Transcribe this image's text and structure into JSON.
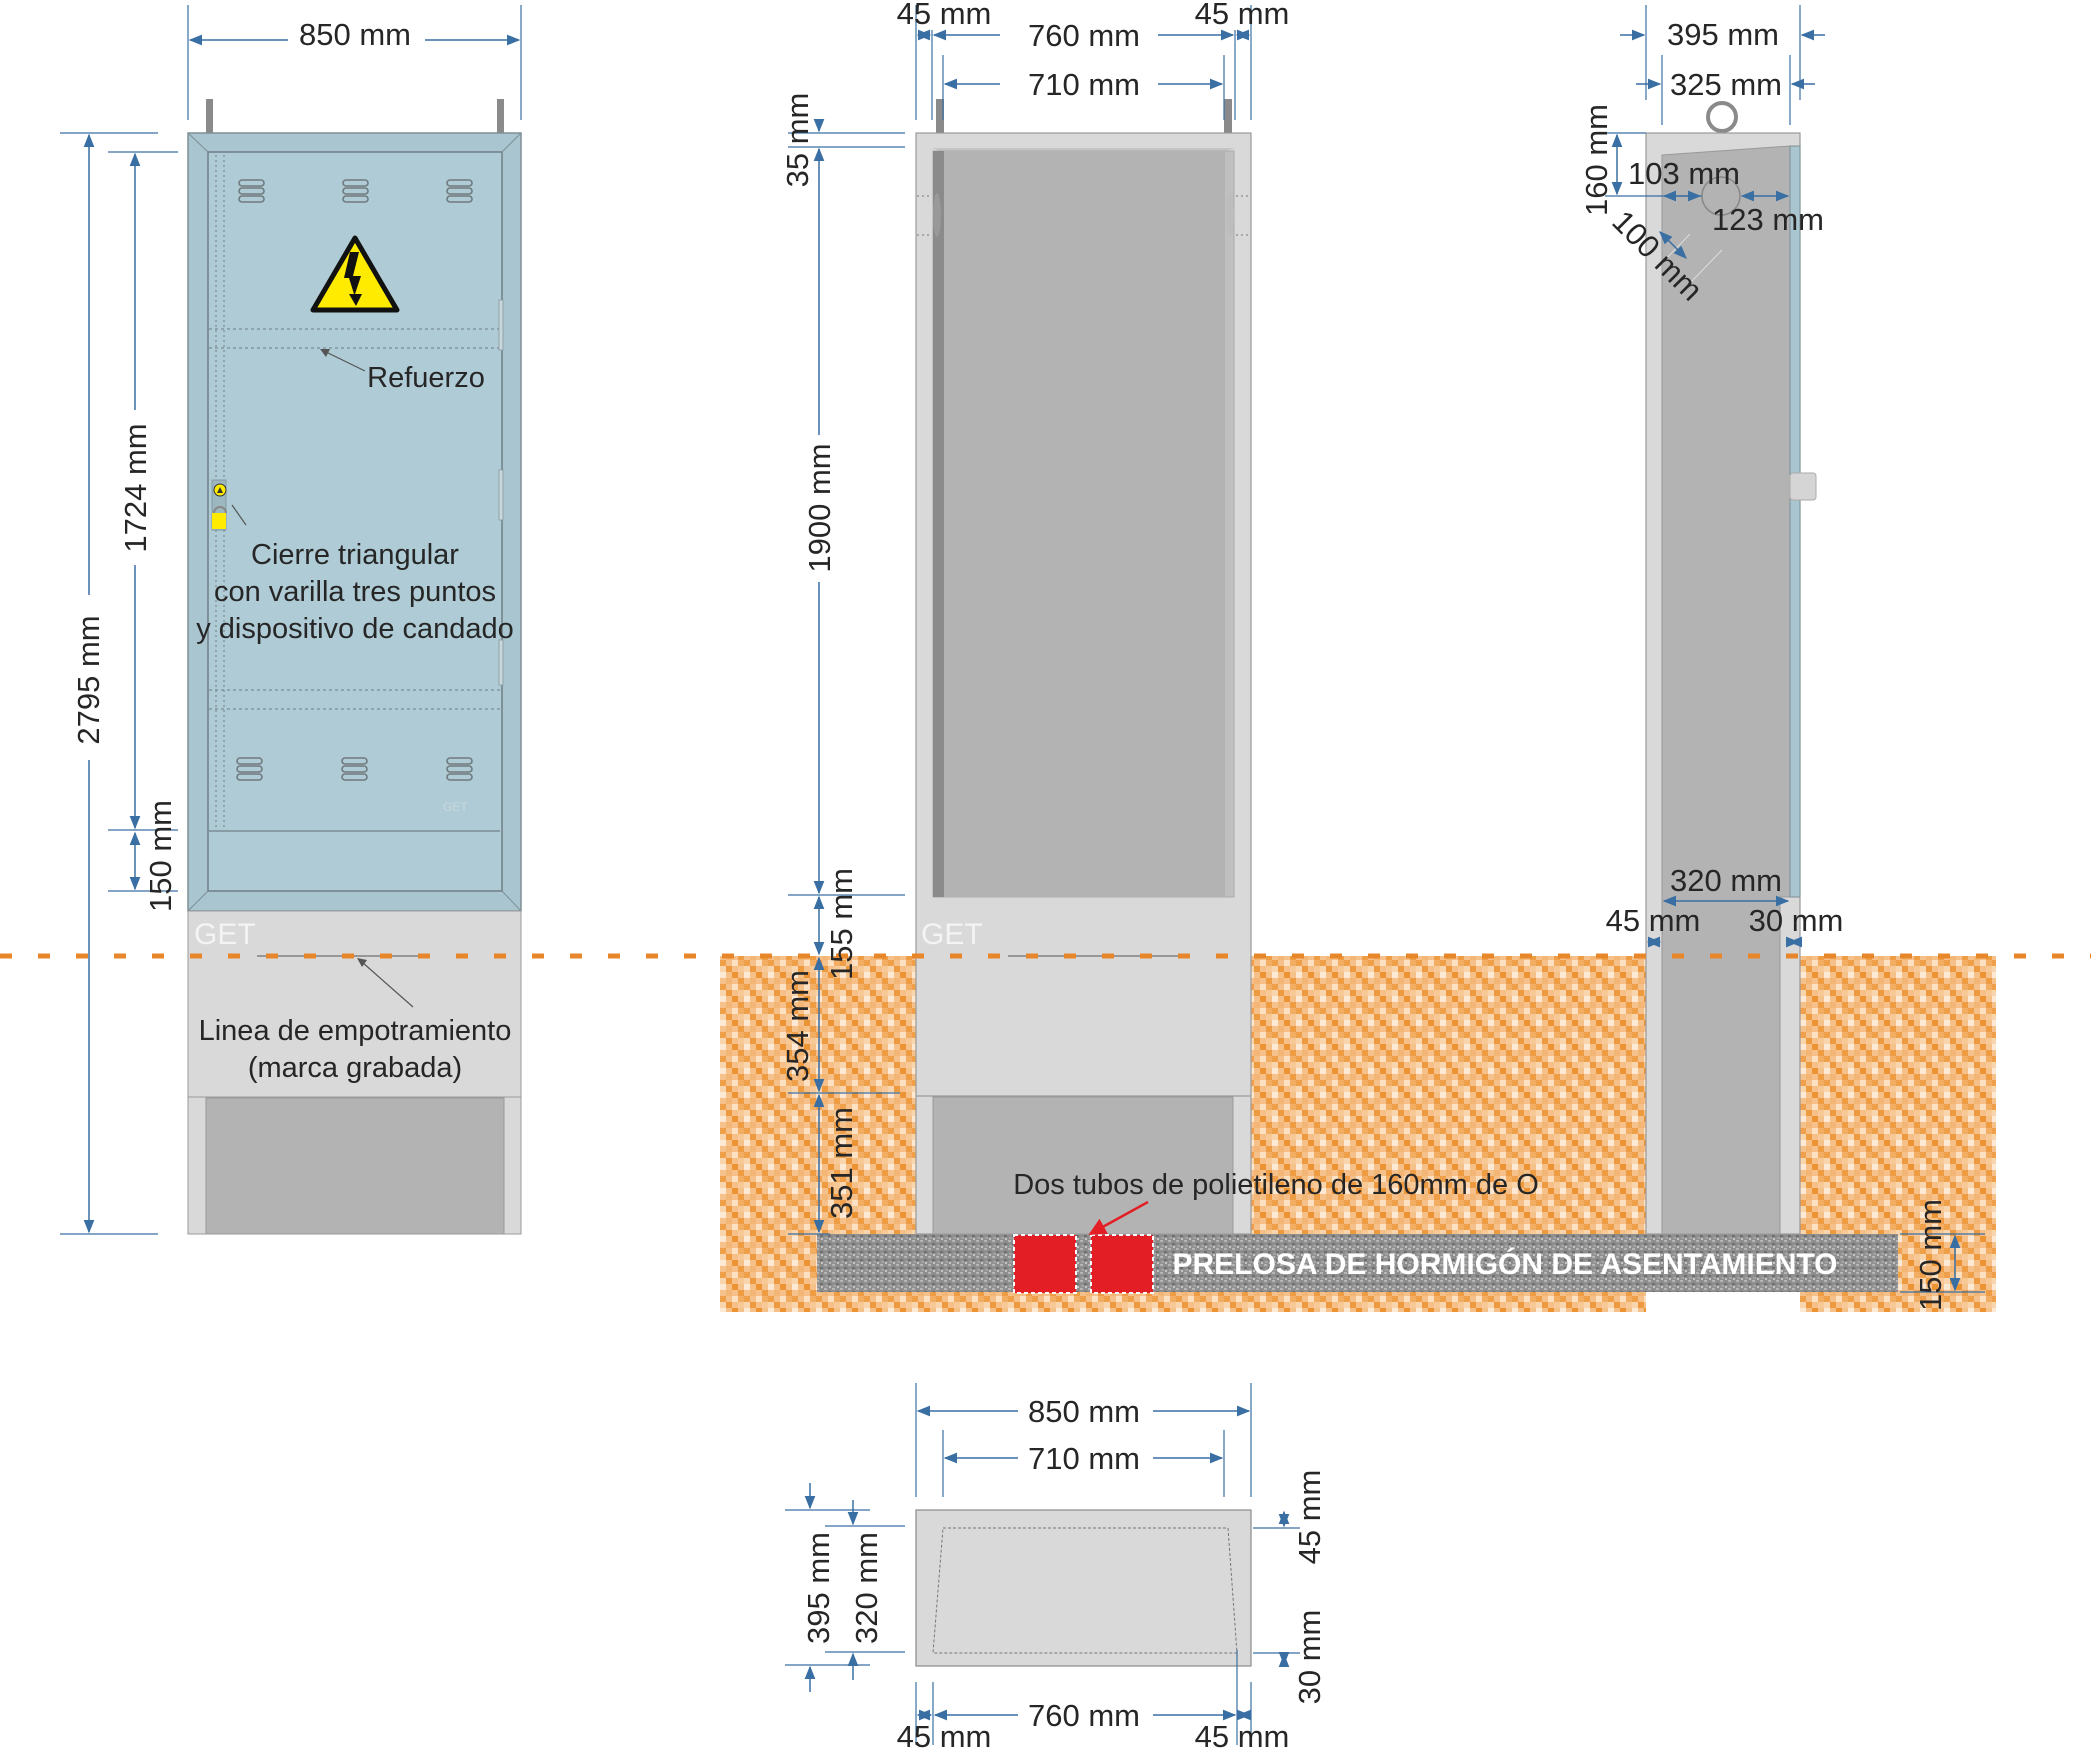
{
  "colors": {
    "dimension_line": "#3a6fa3",
    "door_blue": "#a9c5cf",
    "concrete_light": "#d9d9d9",
    "concrete_mid": "#b3b3b3",
    "soil_orange": "#f0a450",
    "ground_line": "#e8862a",
    "slab_gray": "#8f8f8f",
    "pipe_red": "#e31e24",
    "warning_yellow": "#ffeb00"
  },
  "front_view": {
    "width_label": "850 mm",
    "total_height_label": "2795 mm",
    "door_height_label": "1724 mm",
    "bottom_gap_label": "150 mm",
    "reinforcement_label": "Refuerzo",
    "lock_label_lines": [
      "Cierre triangular",
      "con varilla tres puntos",
      "y dispositivo de candado"
    ],
    "brand_mark": "GET",
    "brand_mark_small": "GET",
    "embed_line_label_lines": [
      "Linea de empotramiento",
      "(marca grabada)"
    ],
    "warning_icon": "high-voltage-warning-icon"
  },
  "section_view": {
    "left_wall_label": "45 mm",
    "outer_width_label": "760 mm",
    "right_wall_label": "45 mm",
    "inner_width_label": "710 mm",
    "top_thickness_label": "35 mm",
    "door_opening_height_label": "1900 mm",
    "above_ground_label": "155 mm",
    "below_ground_label": "354 mm",
    "base_opening_label": "351 mm",
    "brand_mark": "GET",
    "pipes_label": "Dos tubos de polietileno de 160mm de O",
    "slab_label": "PRELOSA DE HORMIGÓN DE ASENTAMIENTO",
    "slab_thickness_label": "150 mm"
  },
  "side_view": {
    "outer_depth_label": "395 mm",
    "inner_depth_label": "325 mm",
    "lift_height_label": "160 mm",
    "lift_left_label": "103 mm",
    "lift_right_label": "123 mm",
    "lift_diagonal_label": "100 mm",
    "inner_width_label": "320 mm",
    "front_wall_label": "45 mm",
    "back_wall_label": "30 mm"
  },
  "plan_view": {
    "outer_width_label": "850 mm",
    "inner_width_label": "710 mm",
    "outer_depth_label": "395 mm",
    "inner_depth_label": "320 mm",
    "top_wall_label": "45 mm",
    "bottom_wall_label": "30 mm",
    "bottom_inner_width_label": "760 mm",
    "left_wall_label": "45 mm",
    "right_wall_label": "45 mm"
  }
}
